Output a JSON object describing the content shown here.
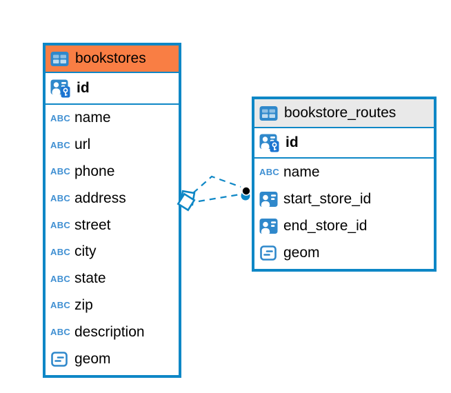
{
  "colors": {
    "table_border": "#0e87c6",
    "icon_blue": "#2f88cb",
    "abc_blue": "#3f8fd2",
    "bookstores_header_bg": "#f97e44",
    "routes_header_bg": "#e9e9e9",
    "text": "#000000",
    "relationship_line": "#0e87c6",
    "endpoint_dot": "#000000"
  },
  "icon_labels": {
    "abc": "ABC"
  },
  "tables": [
    {
      "name": "bookstores",
      "header_bg": "#f97e44",
      "primary_key": "id",
      "columns": [
        {
          "name": "name",
          "type_icon": "text-abc-icon"
        },
        {
          "name": "url",
          "type_icon": "text-abc-icon"
        },
        {
          "name": "phone",
          "type_icon": "text-abc-icon"
        },
        {
          "name": "address",
          "type_icon": "text-abc-icon"
        },
        {
          "name": "street",
          "type_icon": "text-abc-icon"
        },
        {
          "name": "city",
          "type_icon": "text-abc-icon"
        },
        {
          "name": "state",
          "type_icon": "text-abc-icon"
        },
        {
          "name": "zip",
          "type_icon": "text-abc-icon"
        },
        {
          "name": "description",
          "type_icon": "text-abc-icon"
        },
        {
          "name": "geom",
          "type_icon": "geometry-icon"
        }
      ]
    },
    {
      "name": "bookstore_routes",
      "header_bg": "#e9e9e9",
      "primary_key": "id",
      "columns": [
        {
          "name": "name",
          "type_icon": "text-abc-icon"
        },
        {
          "name": "start_store_id",
          "type_icon": "person-ref-icon"
        },
        {
          "name": "end_store_id",
          "type_icon": "person-ref-icon"
        },
        {
          "name": "geom",
          "type_icon": "geometry-icon"
        }
      ]
    }
  ],
  "relationships": [
    {
      "from_table": "bookstores",
      "to_table": "bookstore_routes",
      "style": "dashed",
      "from_marker": "diamond",
      "to_marker": "dot"
    },
    {
      "from_table": "bookstores",
      "to_table": "bookstore_routes",
      "style": "dashed",
      "from_marker": "diamond",
      "to_marker": "dot"
    }
  ]
}
